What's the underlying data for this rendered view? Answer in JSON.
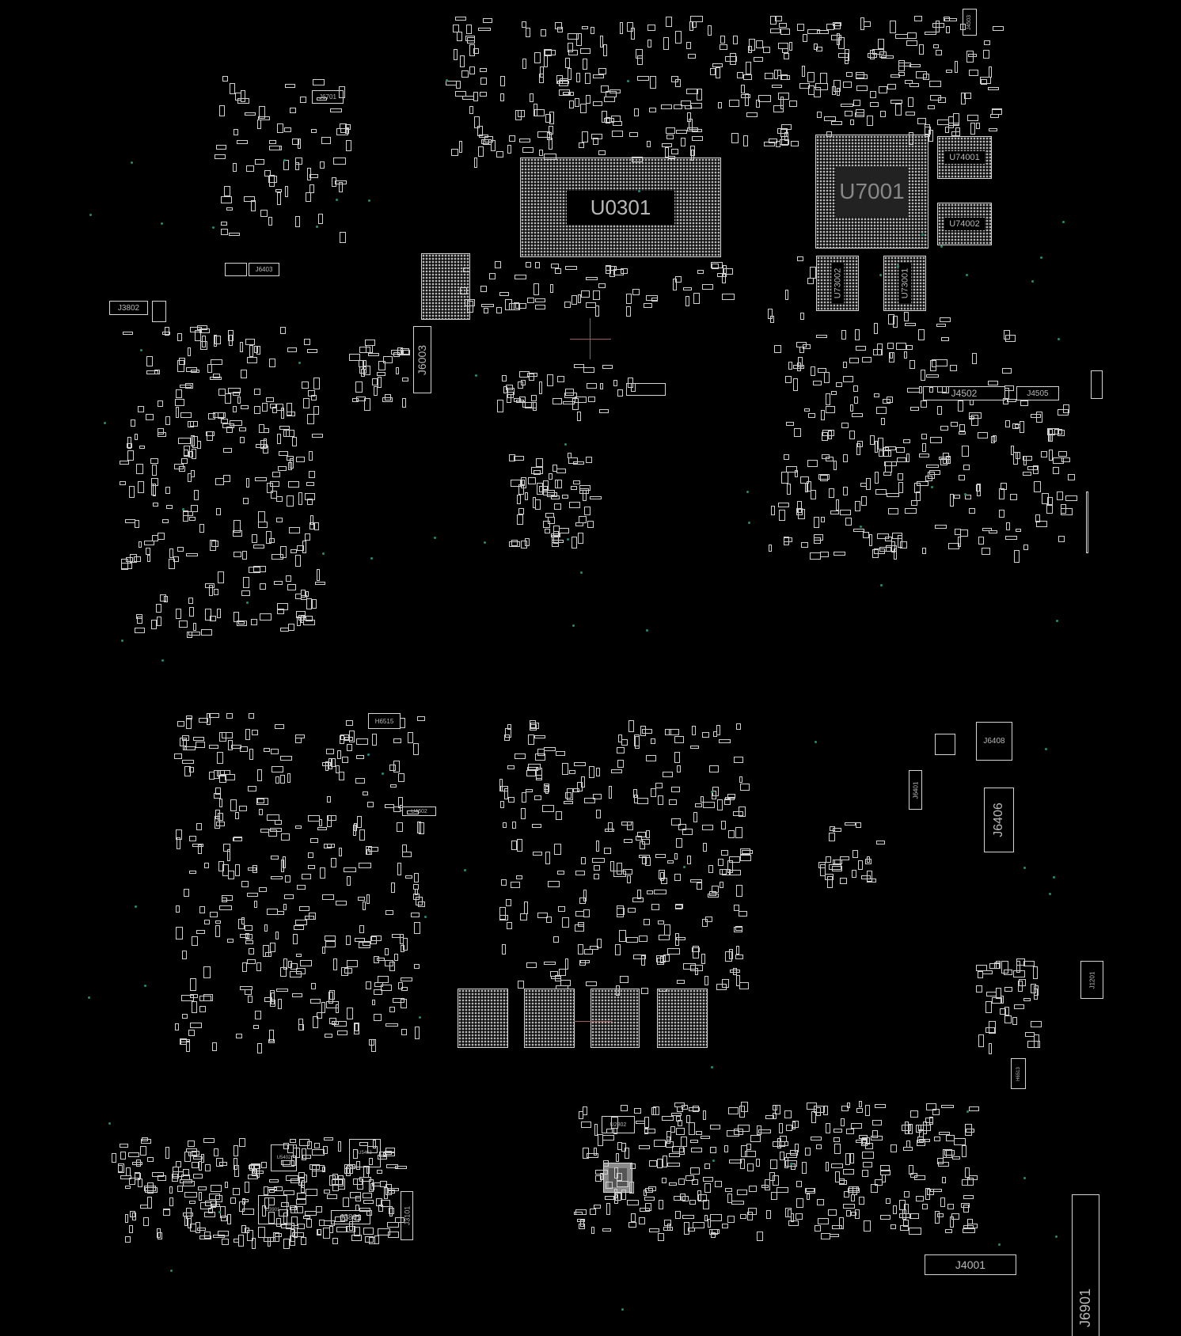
{
  "board": {
    "title": "Boardview",
    "background": "#000000",
    "outline_color": "#d4d4d4",
    "via_color": "#1f8f78",
    "cursor_color": "#a05a5a"
  },
  "components": [
    {
      "label": "U0301"
    },
    {
      "label": "U7001"
    },
    {
      "label": "U74001"
    },
    {
      "label": "U74002"
    },
    {
      "label": "U73002"
    },
    {
      "label": "U73001"
    },
    {
      "label": "J6003"
    },
    {
      "label": "J6701"
    },
    {
      "label": "J6403"
    },
    {
      "label": "J3802"
    },
    {
      "label": "J4502"
    },
    {
      "label": "J4505"
    },
    {
      "label": "J4503"
    },
    {
      "label": "H6515"
    },
    {
      "label": "U4602"
    },
    {
      "label": "J6408"
    },
    {
      "label": "J6401"
    },
    {
      "label": "J6406"
    },
    {
      "label": "J1201"
    },
    {
      "label": "H6513"
    },
    {
      "label": "U2802"
    },
    {
      "label": "U5403"
    },
    {
      "label": "U5402"
    },
    {
      "label": "U3901"
    },
    {
      "label": "J3801"
    },
    {
      "label": "J3101"
    },
    {
      "label": "J4001"
    },
    {
      "label": "J6901"
    }
  ]
}
